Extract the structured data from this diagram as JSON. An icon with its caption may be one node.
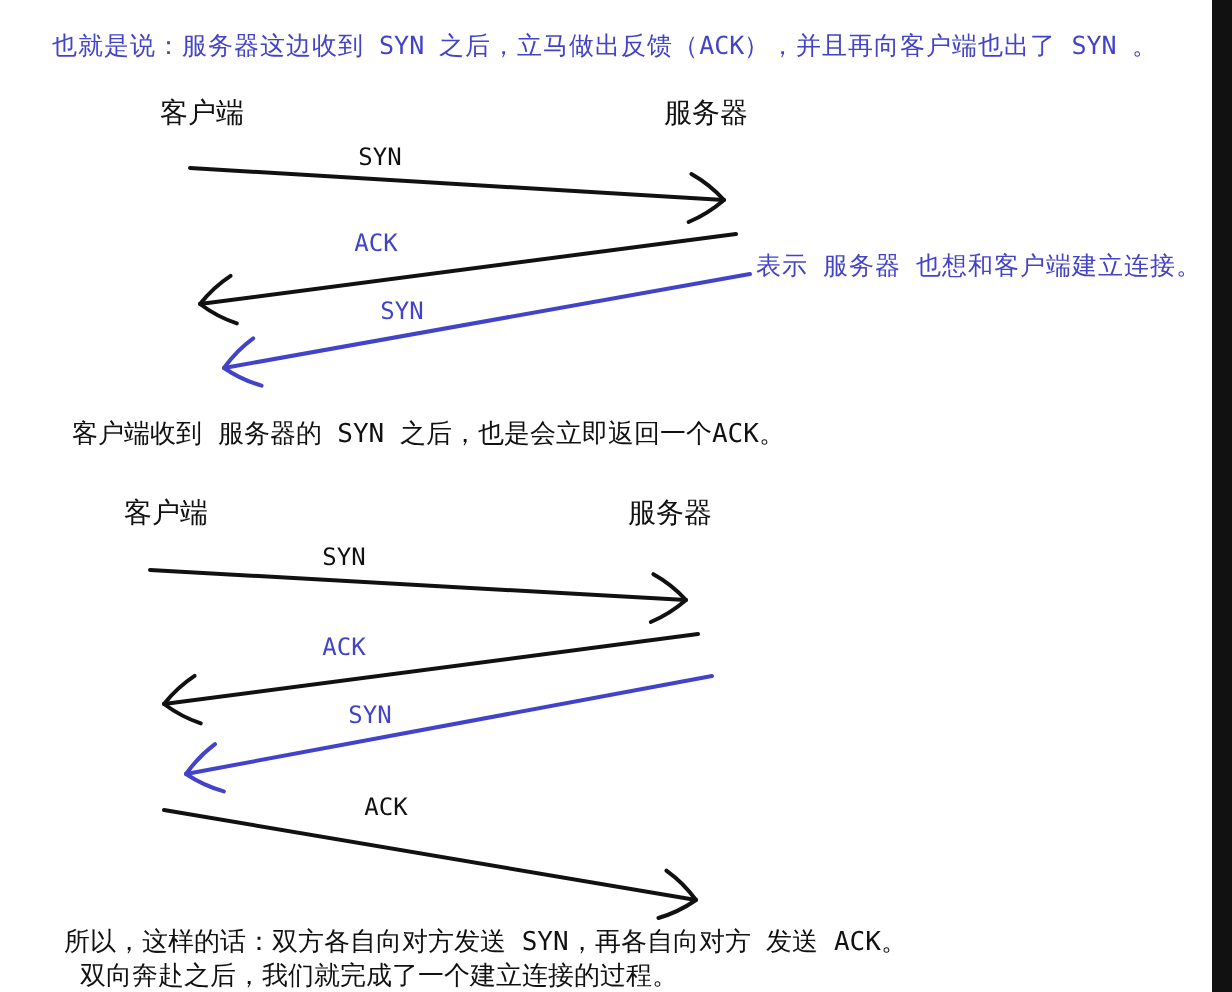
{
  "diagram": {
    "labels": [
      "也就是说：服务器这边收到 SYN 之后，立马做出反馈（ACK），并且再向客户端也出了 SYN 。",
      "客户端",
      "服务器",
      "SYN",
      "ACK",
      "表示 服务器 也想和客户端建立连接。",
      "SYN",
      "客户端收到 服务器的 SYN 之后，也是会立即返回一个ACK。",
      "客户端",
      "服务器",
      "SYN",
      "ACK",
      "SYN",
      "ACK",
      "所以，这样的话：双方各自向对方发送 SYN，再各自向对方 发送 ACK。",
      "双向奔赴之后，我们就完成了一个建立连接的过程。"
    ]
  }
}
